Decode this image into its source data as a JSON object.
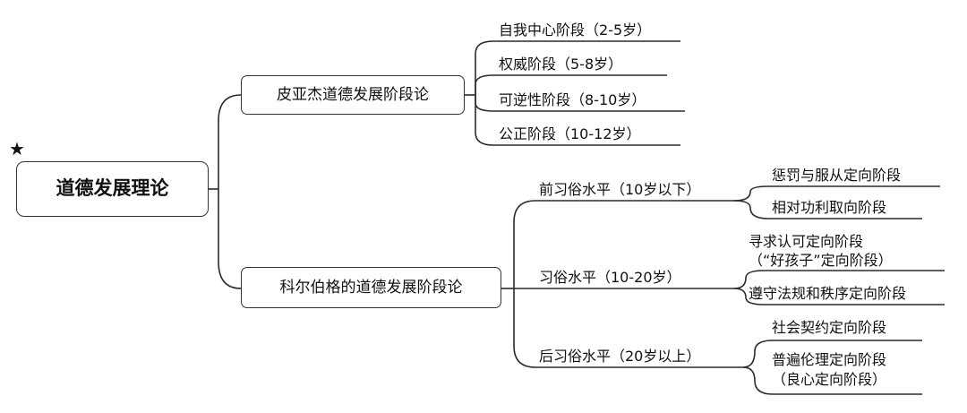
{
  "root": {
    "label": "道德发展理论"
  },
  "branches": [
    {
      "label": "皮亚杰道德发展阶段论",
      "children": [
        {
          "label": "自我中心阶段（2-5岁）"
        },
        {
          "label": "权威阶段（5-8岁）"
        },
        {
          "label": "可逆性阶段（8-10岁）"
        },
        {
          "label": "公正阶段（10-12岁）"
        }
      ]
    },
    {
      "label": "科尔伯格的道德发展阶段论",
      "children": [
        {
          "label": "前习俗水平（10岁以下）",
          "children": [
            {
              "label": "惩罚与服从定向阶段"
            },
            {
              "label": "相对功利取向阶段"
            }
          ]
        },
        {
          "label": "习俗水平（10-20岁）",
          "children": [
            {
              "line1": "寻求认可定向阶段",
              "line2": "（“好孩子”定向阶段）"
            },
            {
              "label": "遵守法规和秩序定向阶段"
            }
          ]
        },
        {
          "label": "后习俗水平（20岁以上）",
          "children": [
            {
              "label": "社会契约定向阶段"
            },
            {
              "line1": "普遍伦理定向阶段",
              "line2": "（良心定向阶段）"
            }
          ]
        }
      ]
    }
  ]
}
